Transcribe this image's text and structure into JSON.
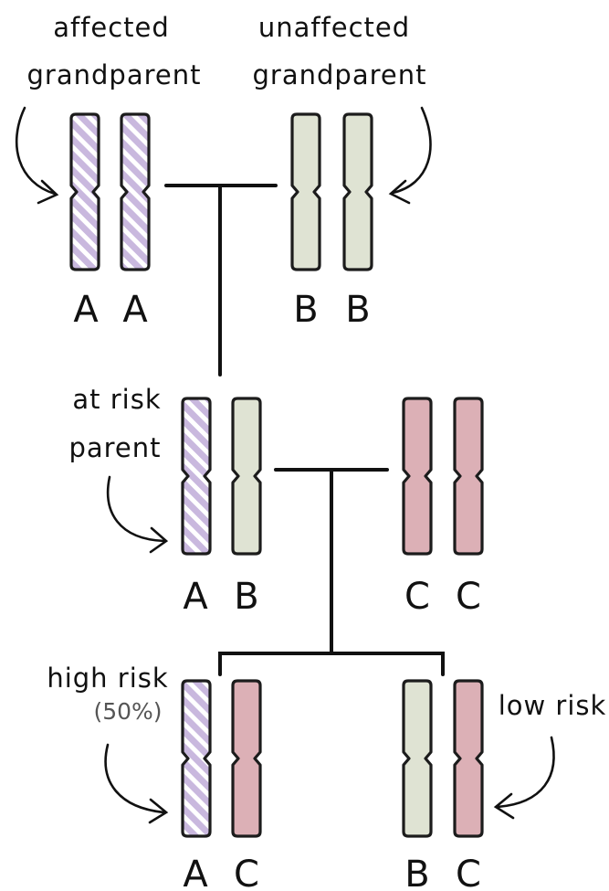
{
  "labels": {
    "affected_grandparent": [
      "affected",
      "grandparent"
    ],
    "unaffected_grandparent": [
      "unaffected",
      "grandparent"
    ],
    "at_risk_parent": [
      "at risk",
      "parent"
    ],
    "high_risk": "high risk",
    "high_risk_percent": "(50%)",
    "low_risk": "low risk"
  },
  "alleles": {
    "grandparent_affected": [
      "A",
      "A"
    ],
    "grandparent_unaffected": [
      "B",
      "B"
    ],
    "parent_at_risk": [
      "A",
      "B"
    ],
    "parent_other": [
      "C",
      "C"
    ],
    "child_high_risk": [
      "A",
      "C"
    ],
    "child_low_risk": [
      "B",
      "C"
    ]
  },
  "colors": {
    "A": "#c9b8de",
    "A_stripe": "#ffffff",
    "B": "#dfe3d3",
    "C": "#dcb0b6",
    "outline": "#1c1c1c"
  },
  "icons": [
    "curved-arrow-icon"
  ]
}
